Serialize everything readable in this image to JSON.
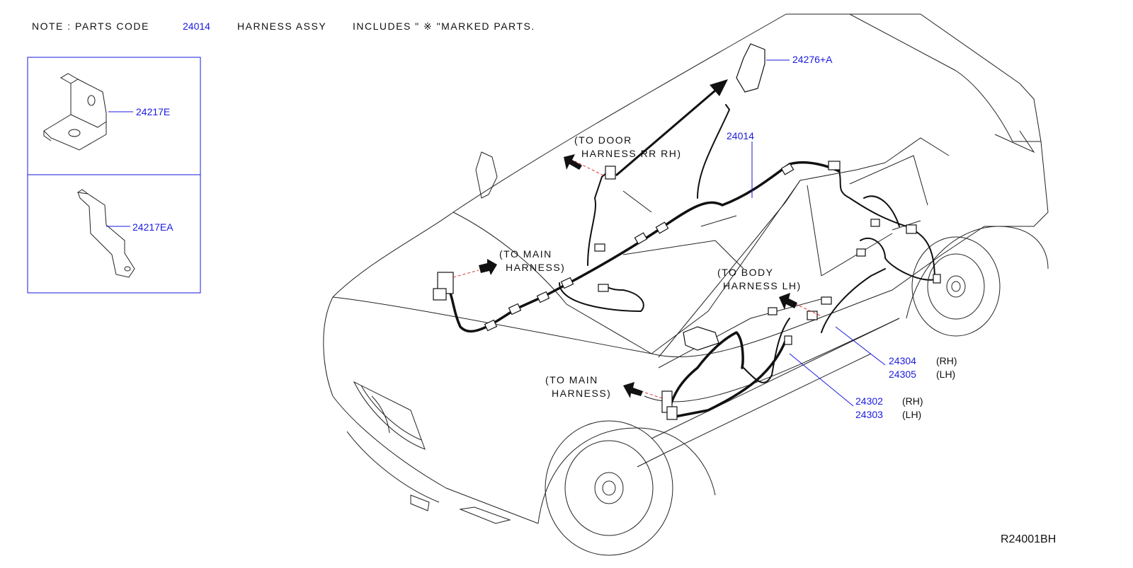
{
  "note": {
    "prefix": "NOTE : PARTS CODE",
    "code": "24014",
    "middle": "HARNESS ASSY",
    "includes": "INCLUDES \" ※ \"MARKED PARTS."
  },
  "inset_parts": [
    {
      "code": "24217E"
    },
    {
      "code": "24217EA"
    }
  ],
  "part_labels": {
    "p24276": "24276+A",
    "p24014": "24014",
    "p24304": "24304",
    "p24304_side": "(RH)",
    "p24305": "24305",
    "p24305_side": "(LH)",
    "p24302": "24302",
    "p24302_side": "(RH)",
    "p24303": "24303",
    "p24303_side": "(LH)"
  },
  "callouts": {
    "door_l1": "(TO DOOR",
    "door_l2": "HARNESS RR RH)",
    "main1_l1": "(TO MAIN",
    "main1_l2": "HARNESS)",
    "body_l1": "(TO BODY",
    "body_l2": "HARNESS LH)",
    "main2_l1": "(TO MAIN",
    "main2_l2": "HARNESS)"
  },
  "reference": "R24001BH",
  "colors": {
    "part_code": "#1a1adf",
    "line": "#222222",
    "dash": "#e03030"
  }
}
